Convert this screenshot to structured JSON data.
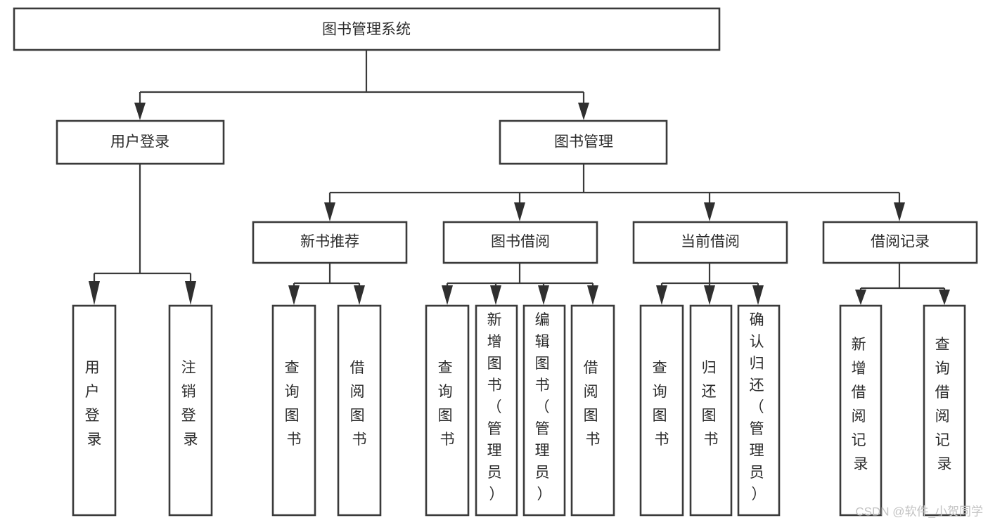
{
  "diagram": {
    "type": "hierarchy-tree",
    "title": "图书管理系统",
    "background_color": "#ffffff",
    "box_stroke_color": "#3a3a3a",
    "box_fill_color": "#ffffff",
    "connector_color": "#3a3a3a",
    "text_color": "#2b2b2b",
    "levels": 4,
    "root": {
      "label": "图书管理系统",
      "orientation": "horizontal"
    },
    "level2": [
      {
        "label": "用户登录",
        "orientation": "horizontal"
      },
      {
        "label": "图书管理",
        "orientation": "horizontal"
      }
    ],
    "level3": [
      {
        "label": "新书推荐",
        "orientation": "horizontal",
        "parent": "图书管理"
      },
      {
        "label": "图书借阅",
        "orientation": "horizontal",
        "parent": "图书管理"
      },
      {
        "label": "当前借阅",
        "orientation": "horizontal",
        "parent": "图书管理"
      },
      {
        "label": "借阅记录",
        "orientation": "horizontal",
        "parent": "图书管理"
      }
    ],
    "leaves": [
      {
        "label": "用户登录",
        "orientation": "vertical",
        "parent": "用户登录",
        "lines": [
          "用",
          "户",
          "登",
          "录"
        ]
      },
      {
        "label": "注销登录",
        "orientation": "vertical",
        "parent": "用户登录",
        "lines": [
          "注",
          "销",
          "登",
          "录"
        ]
      },
      {
        "label": "查询图书",
        "orientation": "vertical",
        "parent": "新书推荐",
        "lines": [
          "查",
          "询",
          "图",
          "书"
        ]
      },
      {
        "label": "借阅图书",
        "orientation": "vertical",
        "parent": "新书推荐",
        "lines": [
          "借",
          "阅",
          "图",
          "书"
        ]
      },
      {
        "label": "查询图书",
        "orientation": "vertical",
        "parent": "图书借阅",
        "lines": [
          "查",
          "询",
          "图",
          "书"
        ]
      },
      {
        "label": "新增图书（管理员）",
        "orientation": "vertical",
        "parent": "图书借阅",
        "lines": [
          "新",
          "增",
          "图",
          "书",
          "（",
          "管",
          "理",
          "员",
          "）"
        ]
      },
      {
        "label": "编辑图书（管理员）",
        "orientation": "vertical",
        "parent": "图书借阅",
        "lines": [
          "编",
          "辑",
          "图",
          "书",
          "（",
          "管",
          "理",
          "员",
          "）"
        ]
      },
      {
        "label": "借阅图书",
        "orientation": "vertical",
        "parent": "图书借阅",
        "lines": [
          "借",
          "阅",
          "图",
          "书"
        ]
      },
      {
        "label": "查询图书",
        "orientation": "vertical",
        "parent": "当前借阅",
        "lines": [
          "查",
          "询",
          "图",
          "书"
        ]
      },
      {
        "label": "归还图书",
        "orientation": "vertical",
        "parent": "当前借阅",
        "lines": [
          "归",
          "还",
          "图",
          "书"
        ]
      },
      {
        "label": "确认归还（管理员）",
        "orientation": "vertical",
        "parent": "当前借阅",
        "lines": [
          "确",
          "认",
          "归",
          "还",
          "（",
          "管",
          "理",
          "员",
          "）"
        ]
      },
      {
        "label": "新增借阅记录",
        "orientation": "vertical",
        "parent": "借阅记录",
        "lines": [
          "新",
          "增",
          "借",
          "阅",
          "记",
          "录"
        ]
      },
      {
        "label": "查询借阅记录",
        "orientation": "vertical",
        "parent": "借阅记录",
        "lines": [
          "查",
          "询",
          "借",
          "阅",
          "记",
          "录"
        ]
      }
    ]
  },
  "watermark": {
    "text": "CSDN @软件_小贺同学",
    "color": "#c3c3c3"
  }
}
